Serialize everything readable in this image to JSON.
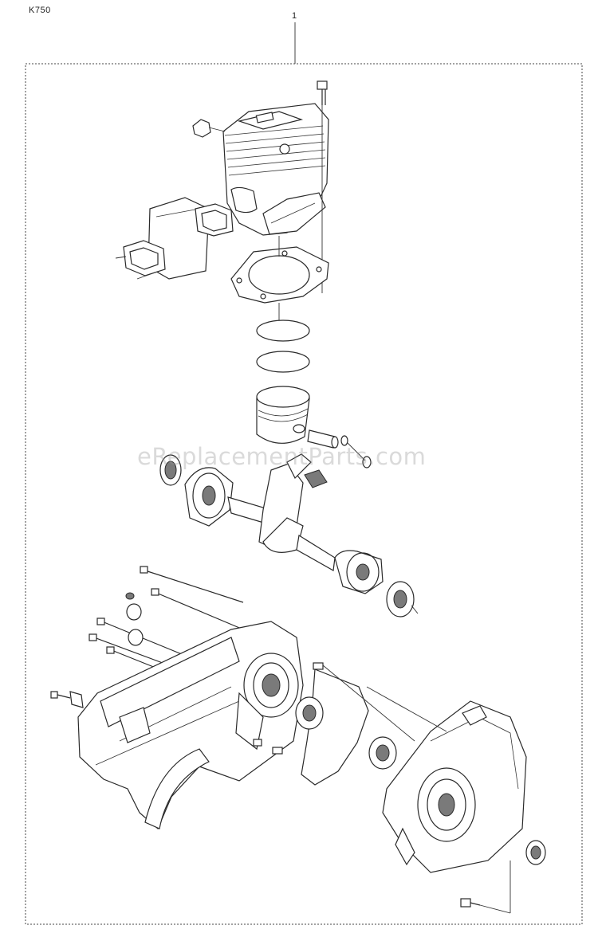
{
  "header": {
    "model": "K750",
    "callout": "1"
  },
  "watermark": {
    "text": "eReplacementParts.com"
  },
  "colors": {
    "line": "#2a2a2a",
    "background": "#ffffff",
    "watermark": "#969696"
  }
}
